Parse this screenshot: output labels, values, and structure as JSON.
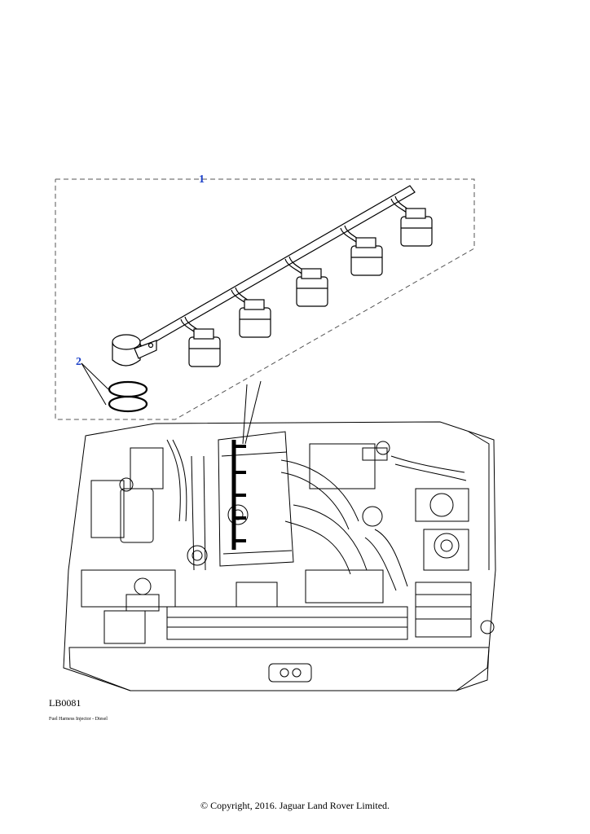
{
  "callouts": {
    "harness": "1",
    "o_rings": "2"
  },
  "reference_code": "LB0081",
  "caption": "Fuel Harness Injector - Diesel",
  "copyright": "© Copyright, 2016. Jaguar Land Rover Limited.",
  "colors": {
    "line": "#000000",
    "callout": "#1a3fc8",
    "background": "#ffffff"
  }
}
